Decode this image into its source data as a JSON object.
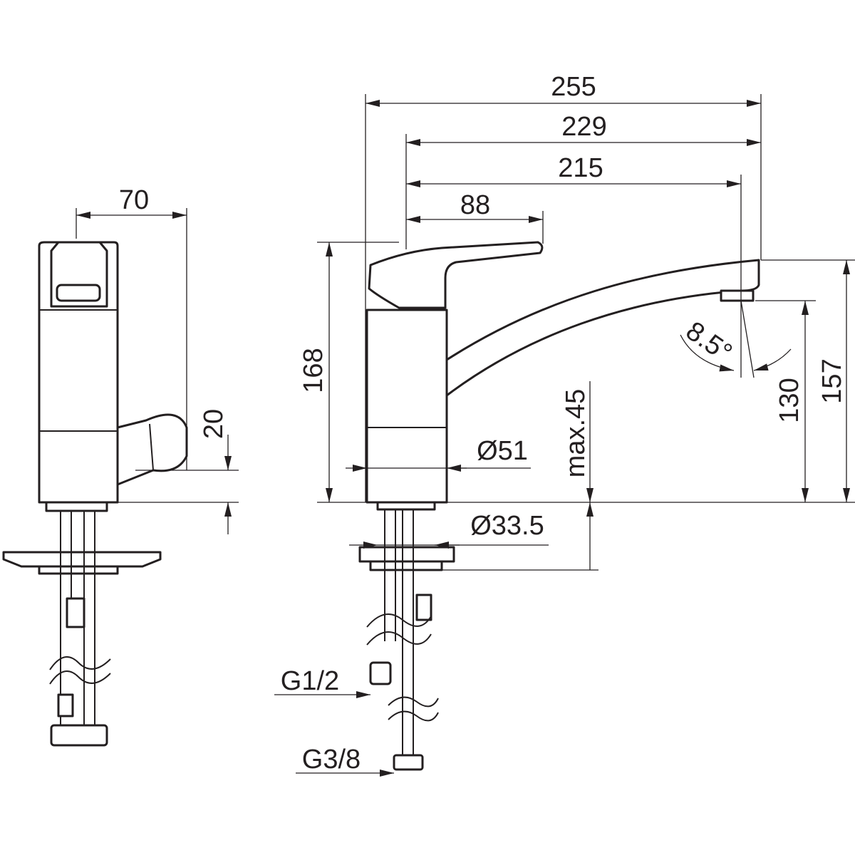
{
  "title": "Faucet dimension drawing",
  "dimensions": {
    "overall_length": "255",
    "length_229": "229",
    "spout_reach": "215",
    "lever_length": "88",
    "side_depth": "70",
    "side_knob_height": "20",
    "overall_height": "168",
    "body_diameter": "Ø51",
    "max_deck_thickness": "max.45",
    "shank_diameter": "Ø33.5",
    "spout_angle": "8.5°",
    "outlet_height": "130",
    "spout_top_height": "157"
  },
  "connections": {
    "inlet_thread": "G1/2",
    "outlet_thread": "G3/8"
  },
  "colors": {
    "line": "#231f20",
    "background": "#ffffff"
  }
}
